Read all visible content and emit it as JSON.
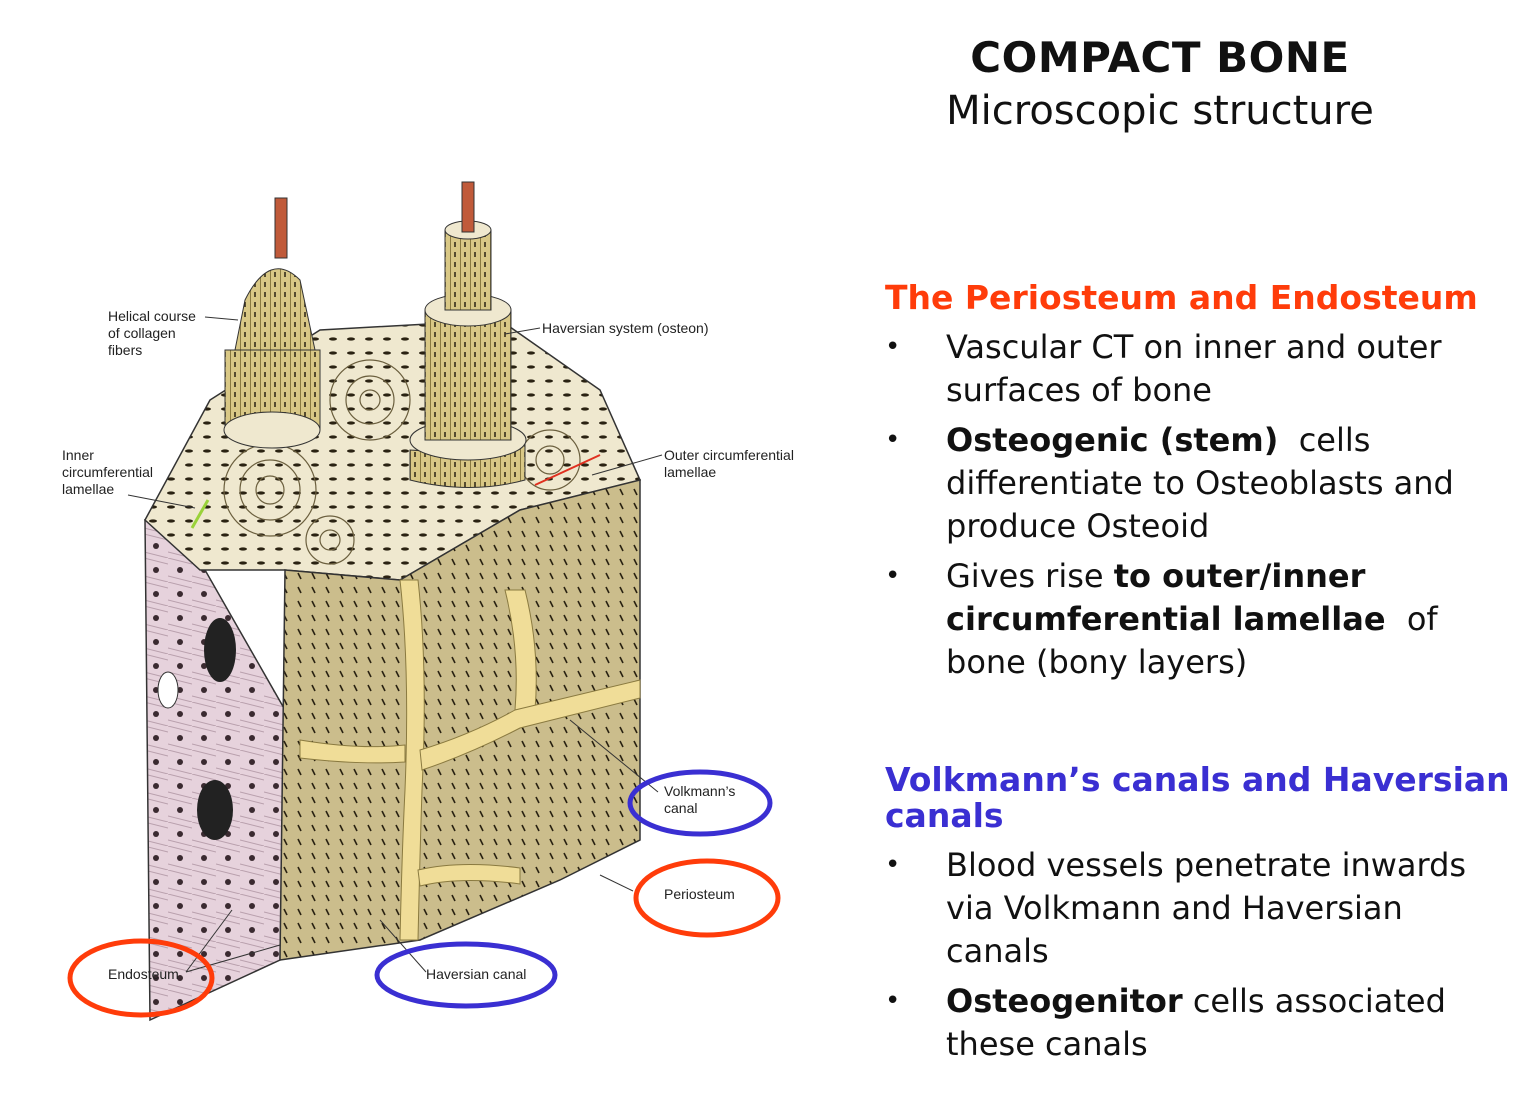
{
  "title": "COMPACT BONE",
  "subtitle": "Microscopic structure",
  "section1": {
    "heading": "The Periosteum and Endosteum",
    "b1": "Vascular CT on inner and outer surfaces of bone",
    "b2_bold": "Osteogenic (stem)",
    "b2_rest": "  cells differentiate to Osteoblasts and produce Osteoid",
    "b3_pre": "Gives rise ",
    "b3_bold": "to outer/inner circumferential lamellae ",
    "b3_post": " of bone (bony layers)"
  },
  "section2": {
    "heading": "Volkmann’s canals and Haversian canals",
    "b1": "Blood vessels penetrate inwards via  Volkmann and Haversian canals",
    "b2_bold": "Osteogenitor",
    "b2_rest": " cells associated these canals"
  },
  "diagram": {
    "labels": {
      "helical_1": "Helical course",
      "helical_2": "of collagen",
      "helical_3": "fibers",
      "haversian_system": "Haversian system (osteon)",
      "inner_1": "Inner",
      "inner_2": "circumferential",
      "inner_3": "lamellae",
      "outer_1": "Outer circumferential",
      "outer_2": "lamellae",
      "volkmann_1": "Volkmann’s",
      "volkmann_2": "canal",
      "periosteum": "Periosteum",
      "endosteum": "Endosteum",
      "haversian_canal": "Haversian canal"
    },
    "colors": {
      "red_circle": "#ff3c0a",
      "blue_circle": "#3a2fd2",
      "bone_tan": "#cbbd8c",
      "endosteum_pink": "#e6d2dc",
      "canal_yellow": "#f0dd98"
    }
  }
}
